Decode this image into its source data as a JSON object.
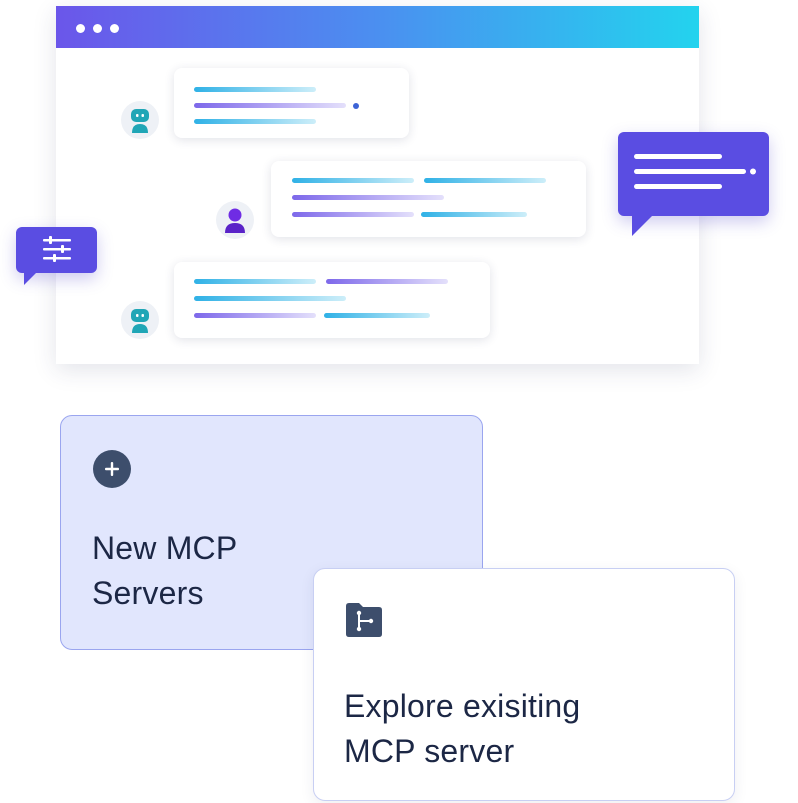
{
  "cards": {
    "new_mcp": {
      "title_line1": "New MCP",
      "title_line2": "Servers",
      "icon": "plus-icon"
    },
    "explore_mcp": {
      "title_line1": "Explore exisiting",
      "title_line2": "MCP server",
      "icon": "folder-branch-icon"
    }
  },
  "icons": {
    "bot_avatar": "robot-icon",
    "user_avatar": "user-icon",
    "message_card": "chat-bubble-icon",
    "settings_card": "sliders-icon"
  },
  "colors": {
    "accent_purple": "#5a4de2",
    "gradient_start": "#6b56ea",
    "gradient_end": "#23d3ee",
    "card_bg": "#e1e6fd",
    "text_dark": "#1c2745",
    "icon_dark": "#3d4e6c",
    "bot_teal": "#20a6b6",
    "user_purple": "#6f2ce4"
  }
}
